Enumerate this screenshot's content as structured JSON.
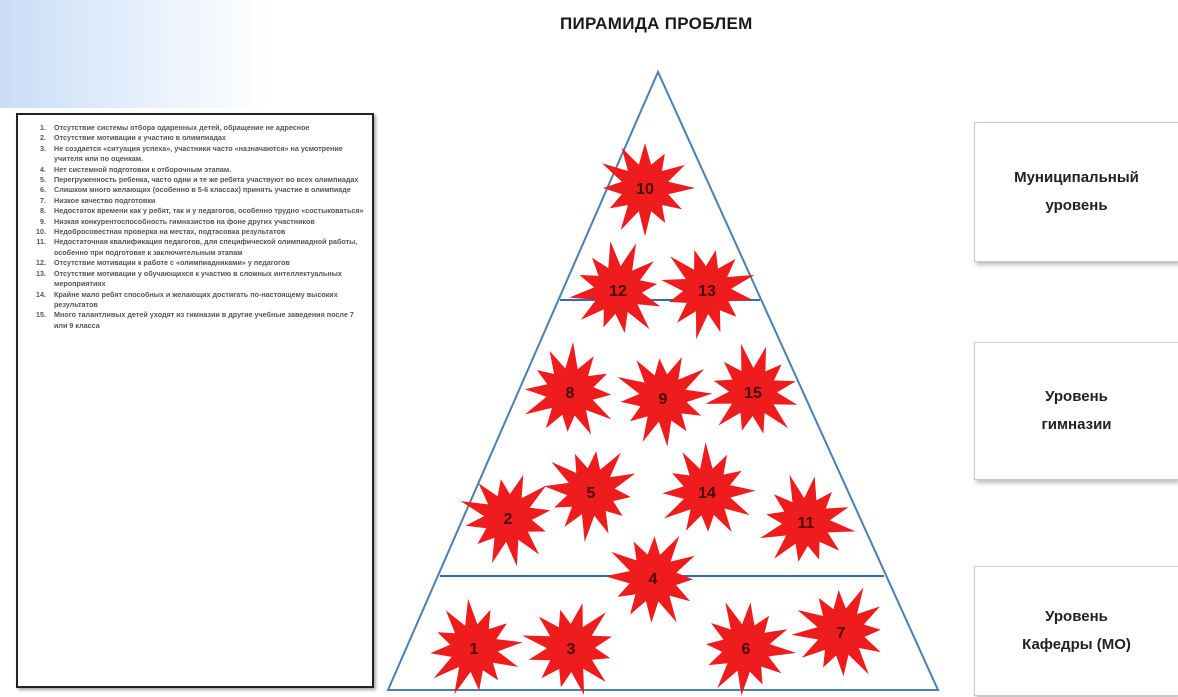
{
  "title": "ПИРАМИДА ПРОБЛЕМ",
  "problems": [
    {
      "n": "1.",
      "t": "Отсутствие системы отбора одаренных детей, обращение не адресное"
    },
    {
      "n": "2.",
      "t": "Отсутствие мотивации к участию в олимпиадах"
    },
    {
      "n": "3.",
      "t": "Не создается «ситуация успеха», участники часто «назначаются» на усмотрение учителя или по оценкам."
    },
    {
      "n": "4.",
      "t": "Нет системной подготовки к отборочным этапам."
    },
    {
      "n": "5.",
      "t": "Перегруженность ребенка, часто одни и те же ребята участвуют во всех олимпиадах"
    },
    {
      "n": "6.",
      "t": "Слишком много желающих (особенно в 5-6 классах) принять участие в олимпиаде"
    },
    {
      "n": "7.",
      "t": "Низкое качество подготовки"
    },
    {
      "n": "8.",
      "t": "Недостаток времени как у ребят, так и у педагогов, особенно трудно «состыковаться»"
    },
    {
      "n": "9.",
      "t": "Низкая конкурентоспособность гимназистов на фоне других участников"
    },
    {
      "n": "10.",
      "t": "Недобросовестная проверка на местах, подтасовка результатов"
    },
    {
      "n": "11.",
      "t": "Недостаточная квалификация педагогов, для специфической олимпиадной работы, особенно при подготовке к заключительным этапам"
    },
    {
      "n": "12.",
      "t": "Отсутствие мотивации к работе с «олимпиадниками» у педагогов"
    },
    {
      "n": "13.",
      "t": "Отсутствие мотивации у обучающихся к участию в сложных интеллектуальных мероприятиях"
    },
    {
      "n": "14.",
      "t": "Крайне мало ребят способных и желающих достигать по-настоящему высоких результатов"
    },
    {
      "n": "15.",
      "t": "Много талантливых детей уходят из гимназии в другие учебные заведения после 7 или 9 класса"
    }
  ],
  "stars": [
    "10",
    "12",
    "13",
    "8",
    "9",
    "15",
    "5",
    "14",
    "2",
    "11",
    "4",
    "1",
    "3",
    "6",
    "7"
  ],
  "levels": [
    {
      "line1": "Муниципальный",
      "line2": "уровень"
    },
    {
      "line1": "Уровень",
      "line2": "гимназии"
    },
    {
      "line1": "Уровень",
      "line2": "Кафедры (МО)"
    }
  ],
  "colors": {
    "star": "#ee1c1c",
    "pyramid_line": "#4a7fb5",
    "divider": "#2f6fb0"
  }
}
